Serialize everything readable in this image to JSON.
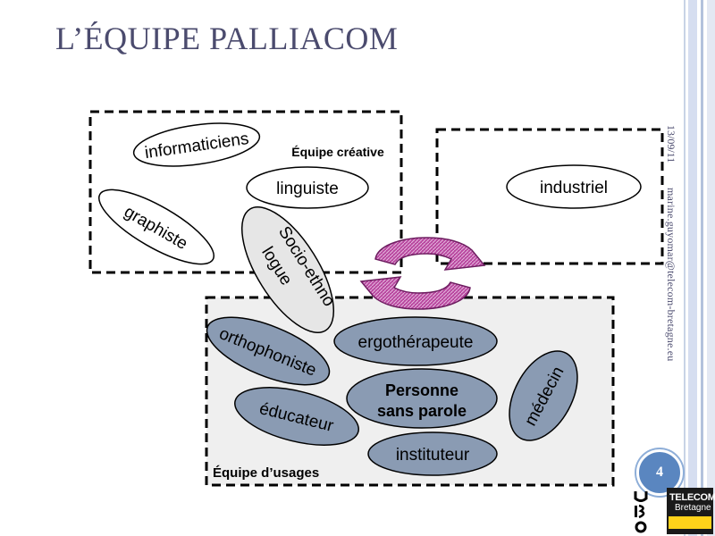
{
  "slide": {
    "title": "L’ÉQUIPE PALLIACOM",
    "date": "13/09/11",
    "email": "marine.guyomar@telecom-bretagne.eu",
    "page_number": "4"
  },
  "diagram": {
    "groups": {
      "creative": "Équipe créative",
      "usages": "Équipe d’usages"
    },
    "nodes": {
      "informaticiens": "informaticiens",
      "linguiste": "linguiste",
      "graphiste": "graphiste",
      "socio_1": "Socio-ethno",
      "socio_2": "logue",
      "industriel": "industriel",
      "orthophoniste": "orthophoniste",
      "ergotherapeute": "ergothérapeute",
      "educateur": "éducateur",
      "personne_1": "Personne",
      "personne_2": "sans parole",
      "medecin": "médecin",
      "instituteur": "instituteur"
    }
  },
  "logos": {
    "telecom_line1": "TELECOM",
    "telecom_line2": "Bretagne"
  },
  "colors": {
    "title": "#4b4b6e",
    "usage_node_fill": "#8a9bb3",
    "socio_fill": "#e6e6e6",
    "cycle_arrow": "#a0308f",
    "badge": "#5a86c0"
  }
}
